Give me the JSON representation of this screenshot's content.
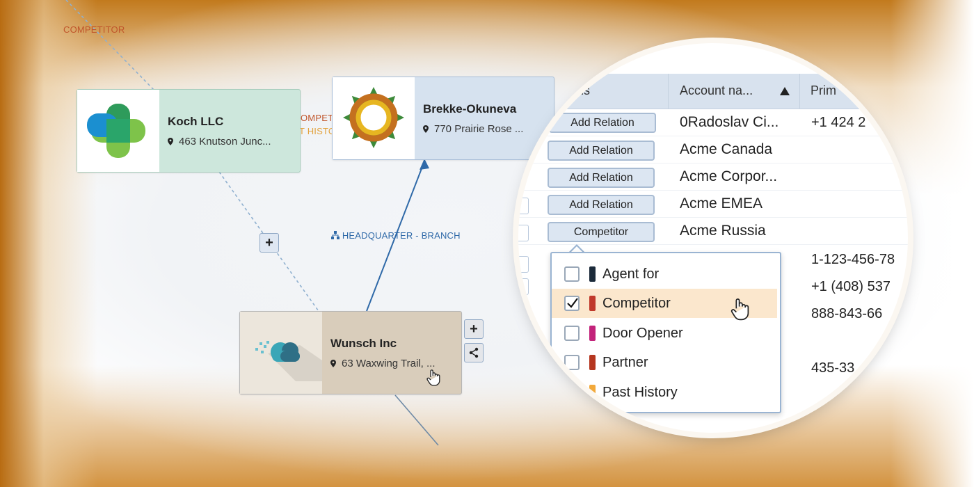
{
  "diagram": {
    "edge_labels": {
      "competitor_top": "COMPETITOR",
      "competitor_partial": "OMPETIT",
      "past_history_partial": "T HISTO",
      "headquarter_branch": "HEADQUARTER - BRANCH"
    },
    "nodes": [
      {
        "name": "Koch LLC",
        "address": "463 Knutson Junc..."
      },
      {
        "name": "Brekke-Okuneva",
        "address": "770 Prairie Rose ..."
      },
      {
        "name": "Wunsch Inc",
        "address": "63 Waxwing Trail, ..."
      }
    ],
    "node_controls": {
      "add": "+",
      "expand_add": "+"
    }
  },
  "grid": {
    "columns": [
      {
        "label": "ns"
      },
      {
        "label": "Account na...",
        "sort": "ascending"
      },
      {
        "label": "Prim"
      }
    ],
    "rows": [
      {
        "action": "Add Relation",
        "account": "0Radoslav Ci...",
        "phone": "+1 424 2"
      },
      {
        "action": "Add Relation",
        "account": "Acme Canada",
        "phone": ""
      },
      {
        "action": "Add Relation",
        "account": "Acme Corpor...",
        "phone": ""
      },
      {
        "action": "Add Relation",
        "account": "Acme EMEA",
        "phone": ""
      },
      {
        "action": "Competitor",
        "account": "Acme Russia",
        "phone": ""
      },
      {
        "action": "",
        "account": "",
        "phone": "1-123-456-78"
      },
      {
        "action": "",
        "account": "",
        "phone": "+1 (408) 537"
      },
      {
        "action": "",
        "account": "",
        "phone": "888-843-66"
      },
      {
        "action": "",
        "account": "",
        "phone": ""
      },
      {
        "action": "",
        "account": "",
        "phone": "435-33"
      }
    ]
  },
  "relation_dropdown": {
    "options": [
      {
        "label": "Agent for",
        "color": "#1b2a3a",
        "checked": false
      },
      {
        "label": "Competitor",
        "color": "#c0392b",
        "checked": true
      },
      {
        "label": "Door Opener",
        "color": "#c2237a",
        "checked": false
      },
      {
        "label": "Partner",
        "color": "#b5361f",
        "checked": false
      },
      {
        "label": "Past History",
        "color": "#f2a93b",
        "checked": false
      }
    ]
  },
  "icons": [
    "map-pin-icon",
    "plus-icon",
    "share-icon",
    "hand-cursor-icon",
    "sort-asc-icon",
    "checkmark-icon",
    "hierarchy-icon"
  ]
}
